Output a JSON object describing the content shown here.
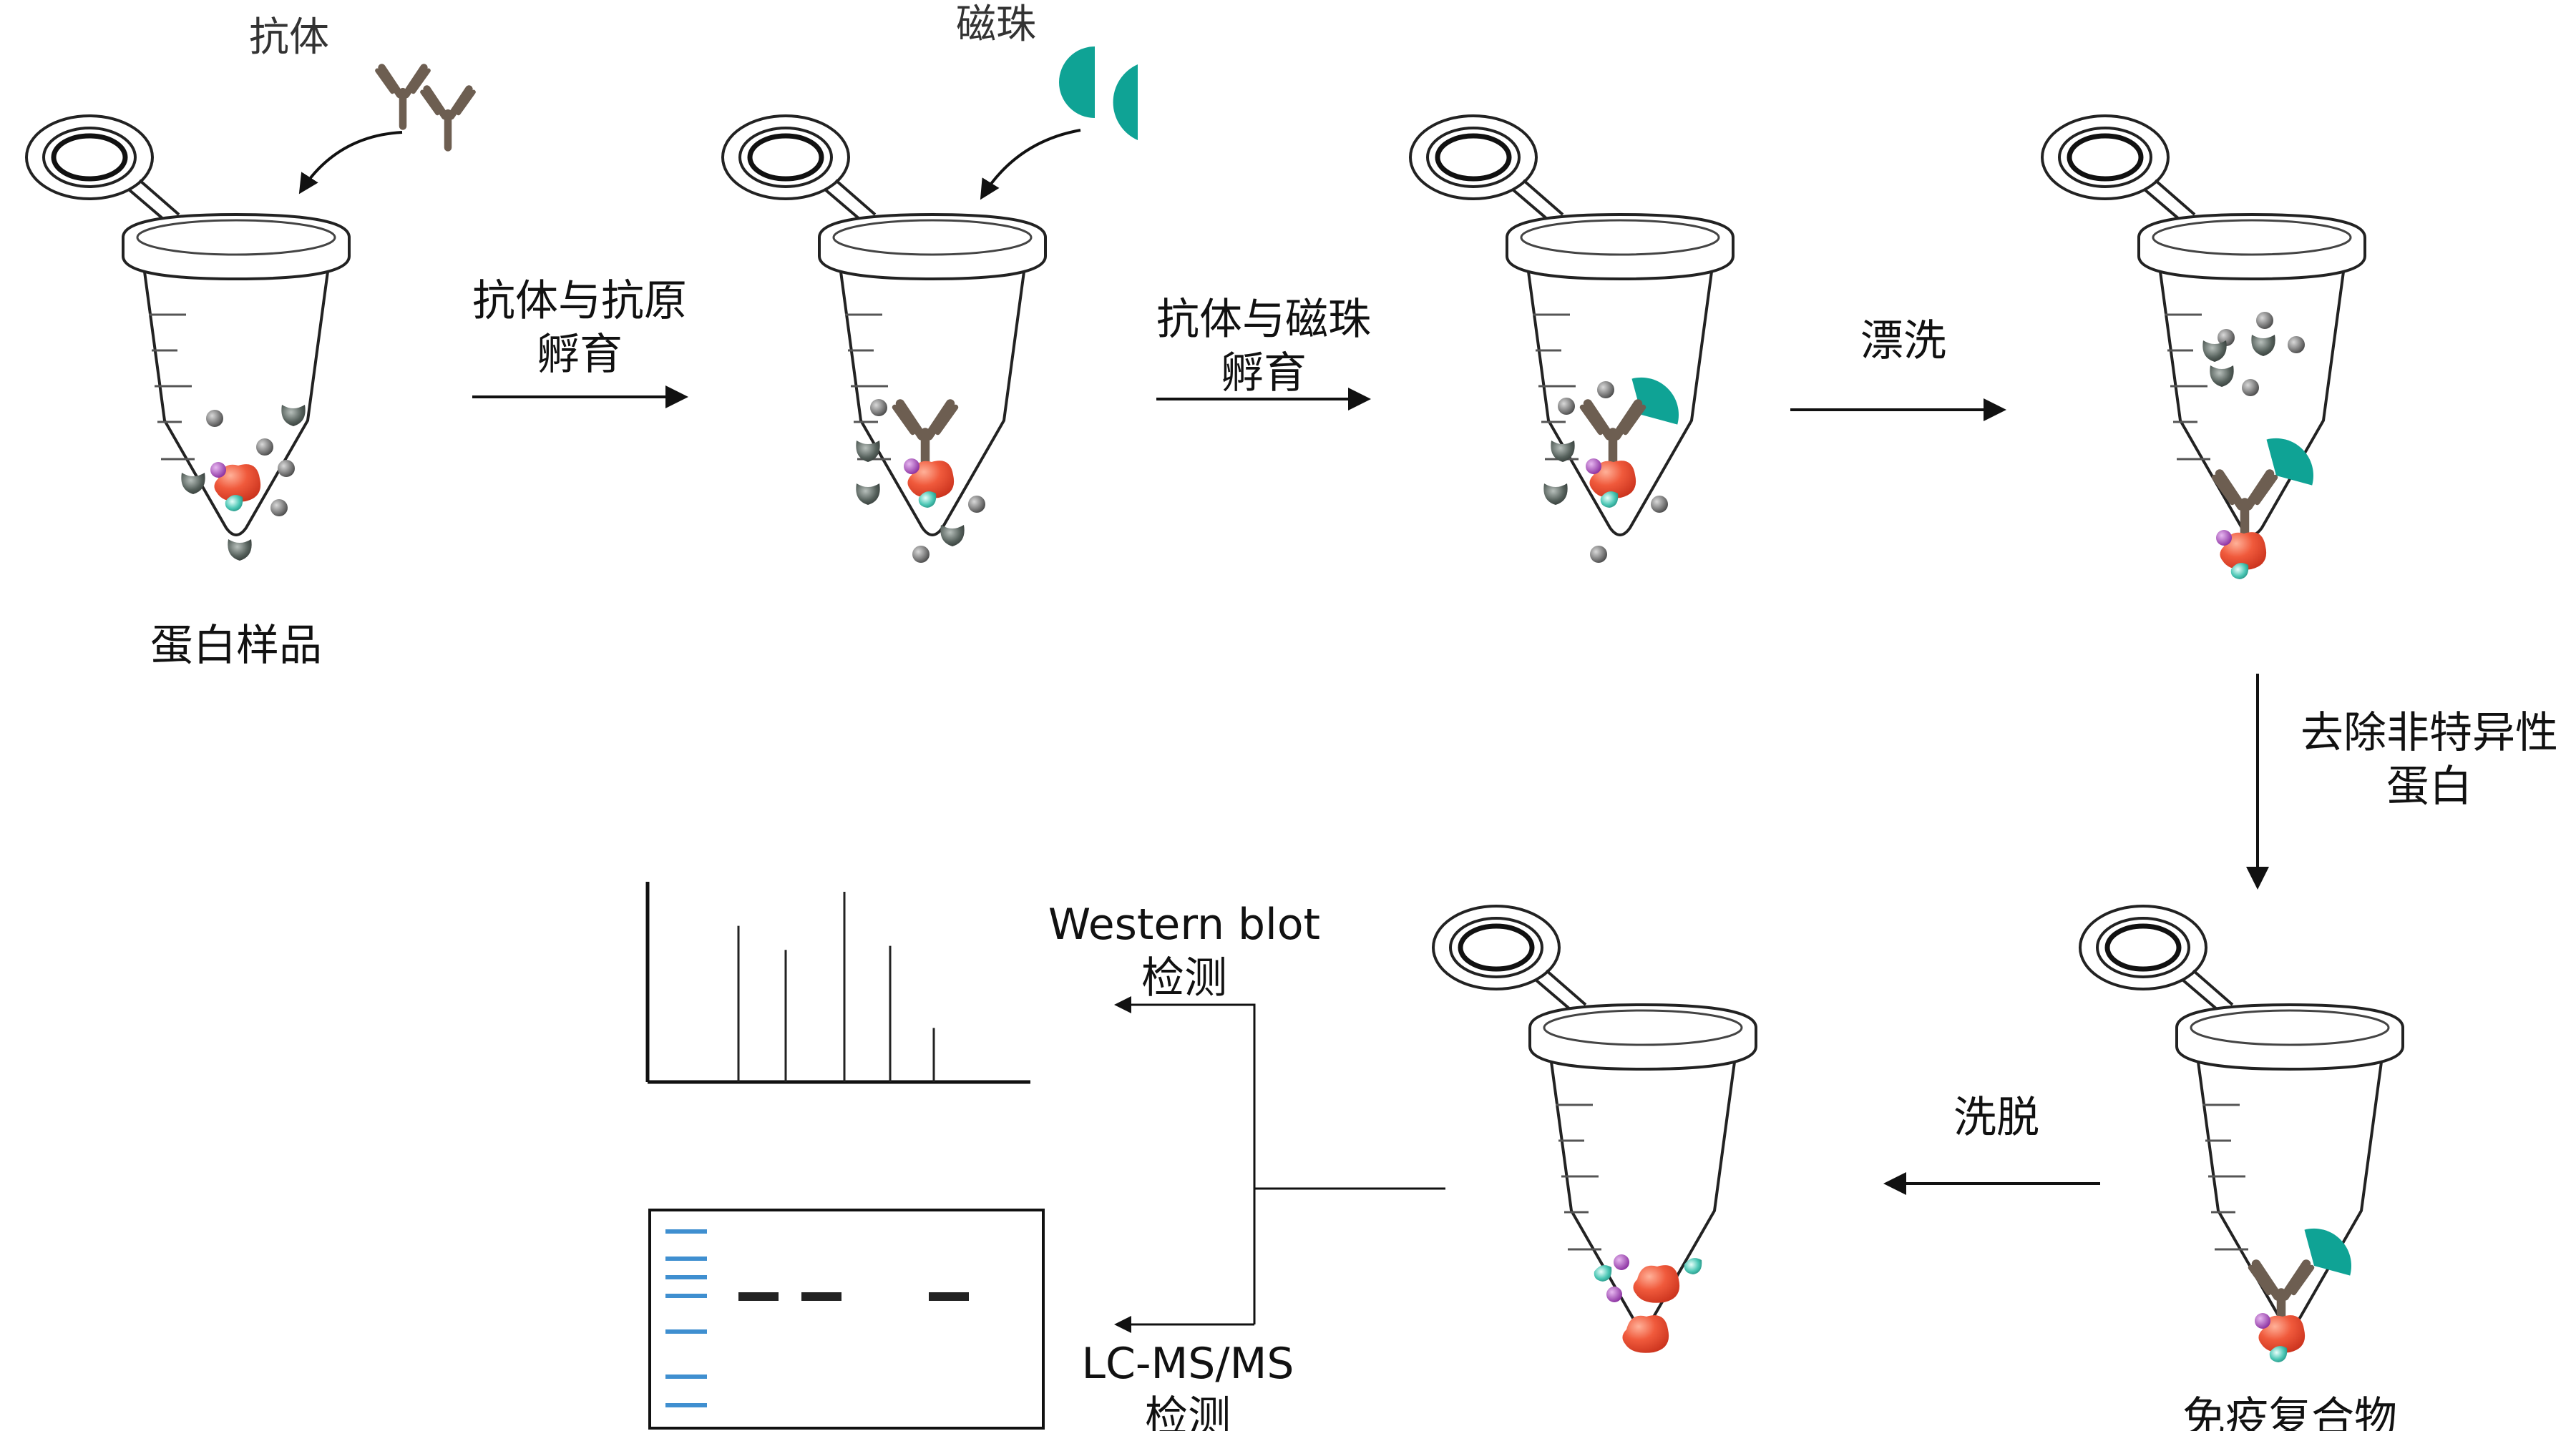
{
  "colors": {
    "antibody": "#6d5e51",
    "bead": "#0fa395",
    "antigen": "#e8462f",
    "magenta": "#9b3fb0",
    "cyan_protein": "#33b9a8",
    "gray_sphere": "#7a7a7a",
    "dark_protein": "#4d5552",
    "gel_ladder": "#3f8fd0",
    "gel_band": "#222222",
    "line": "#111111"
  },
  "labels": {
    "antibody": "抗体",
    "beads": "磁珠",
    "sample": "蛋白样品",
    "step1": [
      "抗体与抗原",
      "孵育"
    ],
    "step2": [
      "抗体与磁珠",
      "孵育"
    ],
    "step3": "漂洗",
    "step4": [
      "去除非特异性",
      "蛋白"
    ],
    "immune_complex": "免疫复合物",
    "elution": "洗脱",
    "western": [
      "Western blot",
      "检测"
    ],
    "lcms": [
      "LC-MS/MS",
      "检测"
    ]
  },
  "icons": {
    "tube": "microcentrifuge-tube-icon",
    "antibody": "y-antibody-icon",
    "bead": "magnetic-bead-icon",
    "arrow": "arrow-right-icon"
  },
  "spectrum": {
    "peaks": [
      0.78,
      0.66,
      0.95,
      0.68,
      0.27
    ]
  },
  "gel": {
    "ladder_bands": 7,
    "sample_lanes": [
      true,
      true,
      false,
      true
    ]
  }
}
